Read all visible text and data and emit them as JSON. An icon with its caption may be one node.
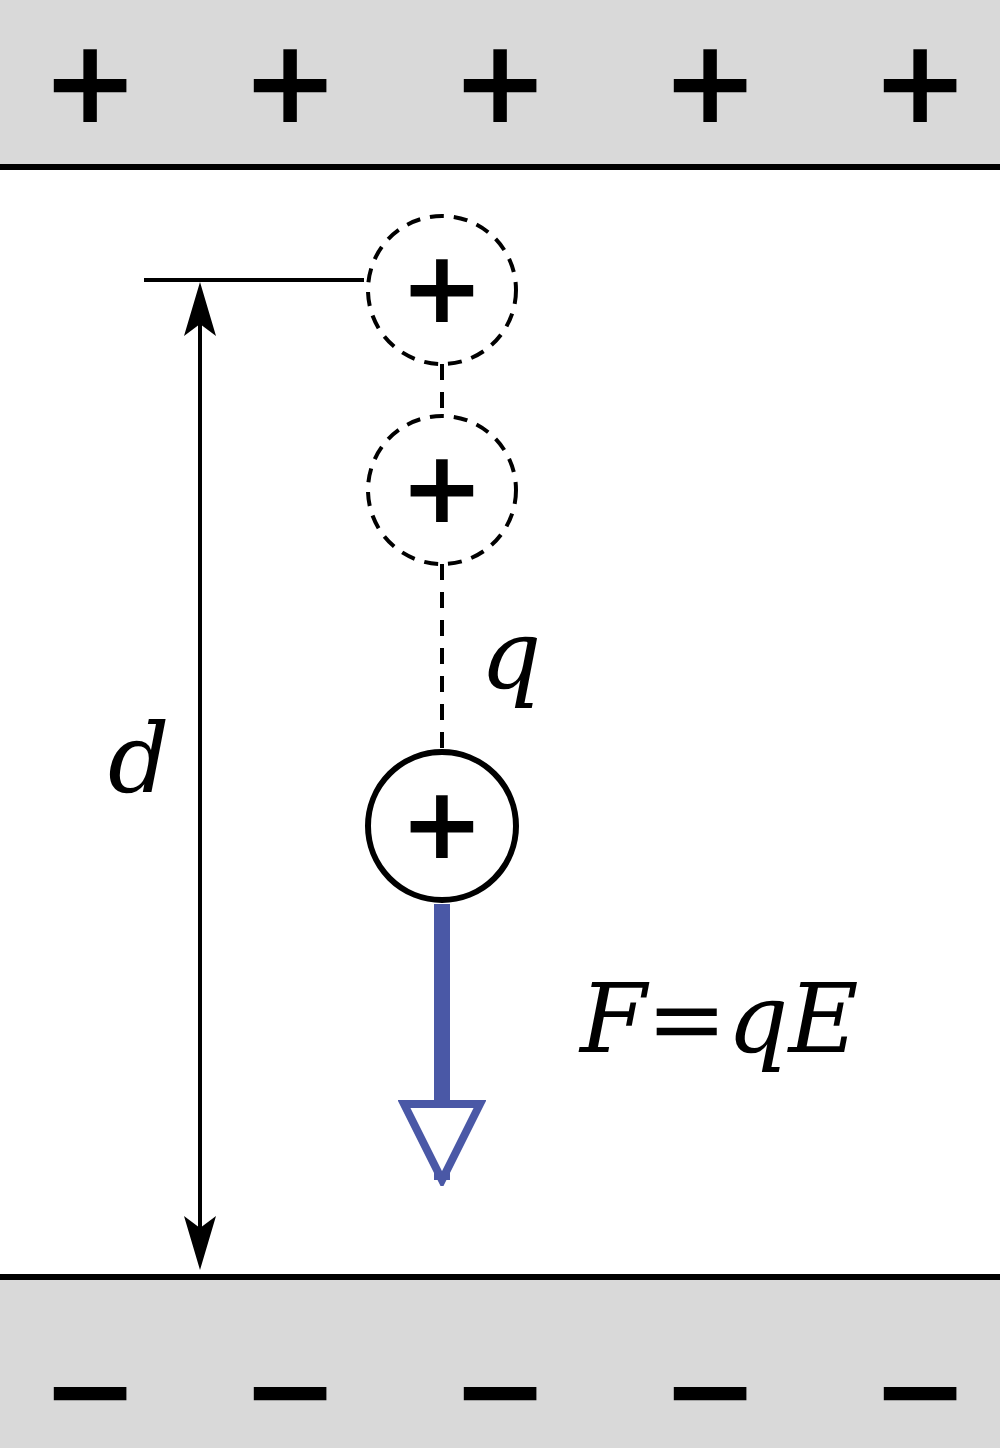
{
  "diagram": {
    "nodes": [
      {
        "text": [
          "+",
          "+",
          "+",
          "+",
          "+"
        ]
      },
      {
        "text": [
          "−",
          "−",
          "−",
          "−",
          "−"
        ]
      },
      {
        "text": [
          "+"
        ]
      },
      {
        "text": [
          "+"
        ]
      },
      {
        "text": [
          "+"
        ]
      }
    ],
    "edges": [
      {
        "from": 2,
        "to": 3,
        "arrow": "none",
        "style": "dashed"
      },
      {
        "from": 3,
        "to": 4,
        "arrow": "none",
        "style": "dashed"
      },
      {
        "from": 4,
        "to": null,
        "arrow": "to",
        "style": "thick",
        "color": "#4a58a6",
        "label": "F=qE"
      }
    ],
    "labels": [
      "d",
      "q"
    ]
  }
}
